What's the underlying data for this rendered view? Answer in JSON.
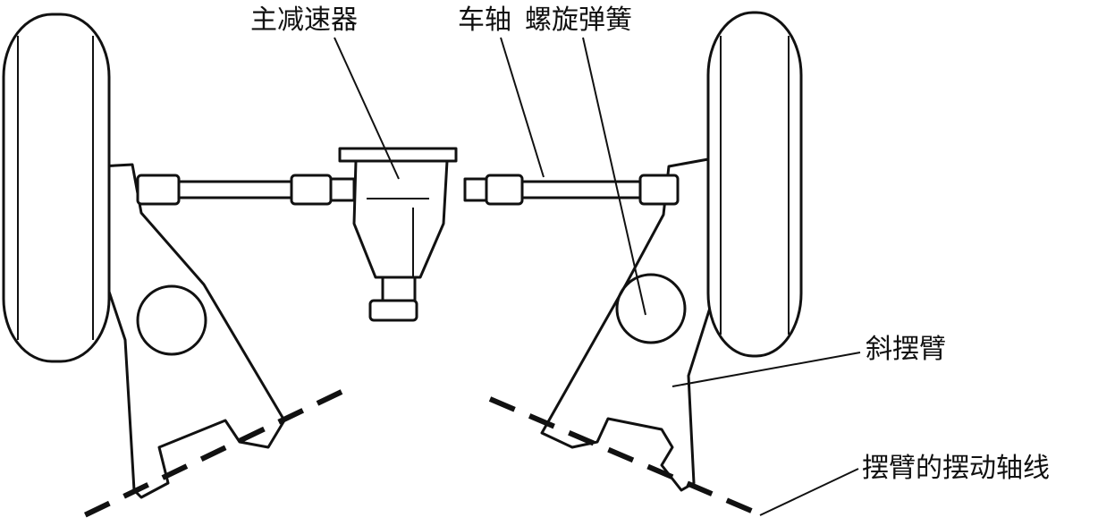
{
  "labels": {
    "main_reducer": "主减速器",
    "axle": "车轴",
    "coil_spring": "螺旋弹簧",
    "oblique_arm": "斜摆臂",
    "arm_pivot_axis": "摆臂的摆动轴线"
  }
}
